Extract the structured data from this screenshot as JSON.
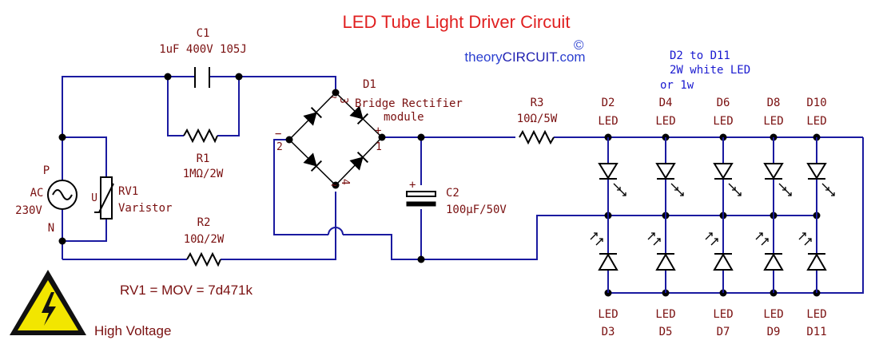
{
  "title": "LED Tube Light Driver Circuit",
  "brand": {
    "prefix": "theory",
    "main": "CIRCUIT",
    "suffix": ".com",
    "copyright": "©"
  },
  "source": {
    "type": "AC",
    "voltage": "230V",
    "p": "P",
    "n": "N"
  },
  "c1": {
    "ref": "C1",
    "value": "1uF 400V 105J"
  },
  "r1": {
    "ref": "R1",
    "value": "1MΩ/2W"
  },
  "rv1": {
    "ref": "RV1",
    "type": "Varistor",
    "u": "U"
  },
  "r2": {
    "ref": "R2",
    "value": "10Ω/2W"
  },
  "d1": {
    "ref": "D1",
    "line1": "Bridge Rectifier",
    "line2": "module",
    "pins": [
      "1",
      "2",
      "3",
      "4"
    ],
    "plus": "+",
    "minus": "−",
    "tilde": "~"
  },
  "c2": {
    "ref": "C2",
    "value": "100µF/50V",
    "plus": "+"
  },
  "r3": {
    "ref": "R3",
    "value": "10Ω/5W"
  },
  "led_note": {
    "line1": "D2 to D11",
    "line2": "2W white LED",
    "line3": "or 1w"
  },
  "leds_top": [
    {
      "ref": "D2",
      "type": "LED"
    },
    {
      "ref": "D4",
      "type": "LED"
    },
    {
      "ref": "D6",
      "type": "LED"
    },
    {
      "ref": "D8",
      "type": "LED"
    },
    {
      "ref": "D10",
      "type": "LED"
    }
  ],
  "leds_bottom": [
    {
      "ref": "D3",
      "type": "LED"
    },
    {
      "ref": "D5",
      "type": "LED"
    },
    {
      "ref": "D7",
      "type": "LED"
    },
    {
      "ref": "D9",
      "type": "LED"
    },
    {
      "ref": "D11",
      "type": "LED"
    }
  ],
  "mov_note": "RV1 = MOV = 7d471k",
  "warning": {
    "text": "High Voltage",
    "icon": "high-voltage-warning-icon",
    "color": "#f2e600"
  },
  "colors": {
    "wire": "#1a1aa0",
    "label": "#7a1010",
    "title": "#e02020",
    "brand": "#2a3fd0"
  }
}
